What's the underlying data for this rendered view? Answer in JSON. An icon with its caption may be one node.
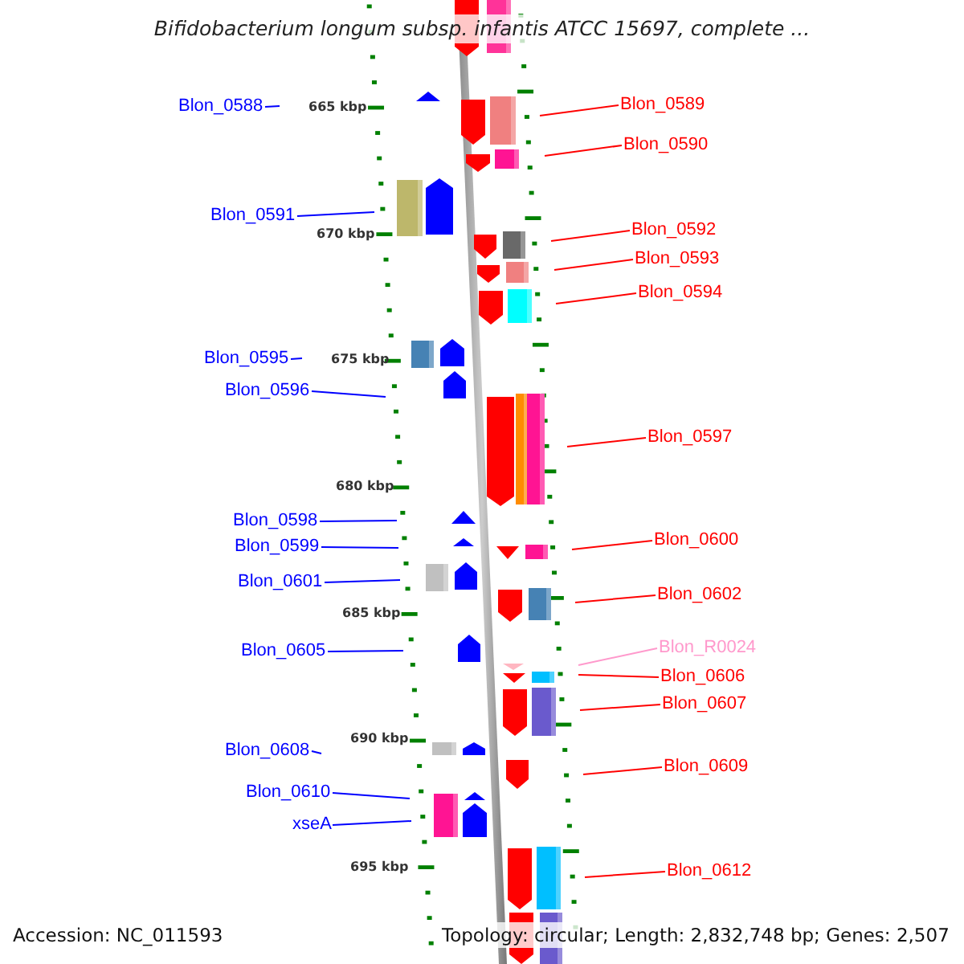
{
  "diagram": {
    "title": "Bifidobacterium longum subsp. infantis ATCC 15697, complete ...",
    "nodes": [
      {
        "text": [
          "Blon_0589"
        ]
      },
      {
        "text": [
          "Blon_0588"
        ]
      },
      {
        "text": [
          "Blon_0590"
        ]
      },
      {
        "text": [
          "Blon_0591"
        ]
      },
      {
        "text": [
          "Blon_0592"
        ]
      },
      {
        "text": [
          "Blon_0593"
        ]
      },
      {
        "text": [
          "Blon_0594"
        ]
      },
      {
        "text": [
          "Blon_0595"
        ]
      },
      {
        "text": [
          "Blon_0596"
        ]
      },
      {
        "text": [
          "Blon_0597"
        ]
      },
      {
        "text": [
          "Blon_0598"
        ]
      },
      {
        "text": [
          "Blon_0600"
        ]
      },
      {
        "text": [
          "Blon_0599"
        ]
      },
      {
        "text": [
          "Blon_0601"
        ]
      },
      {
        "text": [
          "Blon_0602"
        ]
      },
      {
        "text": [
          "Blon_R0024"
        ]
      },
      {
        "text": [
          "Blon_0605"
        ]
      },
      {
        "text": [
          "Blon_0606"
        ]
      },
      {
        "text": [
          "Blon_0607"
        ]
      },
      {
        "text": [
          "Blon_0608"
        ]
      },
      {
        "text": [
          "Blon_0609"
        ]
      },
      {
        "text": [
          "Blon_0610"
        ]
      },
      {
        "text": [
          "xseA"
        ]
      },
      {
        "text": [
          "Blon_0612"
        ]
      }
    ],
    "edges": [
      {
        "from": 0,
        "to": null,
        "arrow": "none"
      },
      {
        "from": 1,
        "to": null,
        "arrow": "none",
        "color": "#0000ff"
      },
      {
        "from": 2,
        "to": null,
        "arrow": "none"
      },
      {
        "from": 3,
        "to": null,
        "arrow": "none",
        "color": "#0000ff"
      },
      {
        "from": 4,
        "to": null,
        "arrow": "none"
      },
      {
        "from": 5,
        "to": null,
        "arrow": "none"
      },
      {
        "from": 6,
        "to": null,
        "arrow": "none"
      },
      {
        "from": 7,
        "to": null,
        "arrow": "none",
        "color": "#0000ff"
      },
      {
        "from": 8,
        "to": null,
        "arrow": "none",
        "color": "#0000ff"
      },
      {
        "from": 9,
        "to": null,
        "arrow": "none"
      },
      {
        "from": 10,
        "to": null,
        "arrow": "none",
        "color": "#0000ff"
      },
      {
        "from": 11,
        "to": null,
        "arrow": "none"
      },
      {
        "from": 12,
        "to": null,
        "arrow": "none",
        "color": "#0000ff"
      },
      {
        "from": 13,
        "to": null,
        "arrow": "none",
        "color": "#0000ff"
      },
      {
        "from": 14,
        "to": null,
        "arrow": "none"
      },
      {
        "from": 15,
        "to": null,
        "arrow": "none",
        "color": "#ff99cc"
      },
      {
        "from": 16,
        "to": null,
        "arrow": "none",
        "color": "#0000ff"
      },
      {
        "from": 17,
        "to": null,
        "arrow": "none"
      },
      {
        "from": 18,
        "to": null,
        "arrow": "none"
      },
      {
        "from": 19,
        "to": null,
        "arrow": "none",
        "color": "#0000ff"
      },
      {
        "from": 20,
        "to": null,
        "arrow": "none"
      },
      {
        "from": 21,
        "to": null,
        "arrow": "none",
        "color": "#0000ff"
      },
      {
        "from": 22,
        "to": null,
        "arrow": "none",
        "color": "#0000ff"
      },
      {
        "from": 23,
        "to": null,
        "arrow": "none"
      }
    ],
    "labels": [
      "665 kbp",
      "670 kbp",
      "675 kbp",
      "680 kbp",
      "685 kbp",
      "690 kbp",
      "695 kbp",
      "Accession: NC_011593",
      "Topology: circular; Length: 2,832,748 bp; Genes: 2,507"
    ]
  }
}
